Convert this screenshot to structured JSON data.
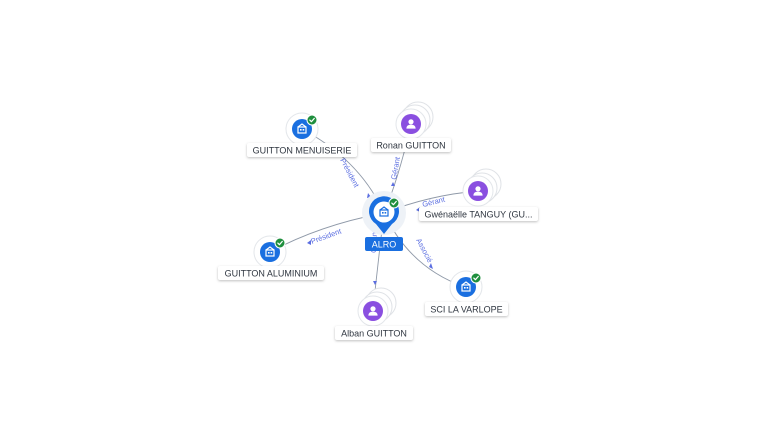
{
  "colors": {
    "company": "#1a6fe0",
    "person": "#8a4fe0",
    "verified": "#1f8f3e",
    "edge": "#8f99a8",
    "edge_label": "#5b6ee1"
  },
  "center": {
    "label": "ALRO",
    "icon": "building-icon",
    "verified": true
  },
  "nodes": {
    "guitton_menuiserie": {
      "label": "GUITTON MENUISERIE",
      "type": "company",
      "icon": "building-icon",
      "verified": true
    },
    "ronan_guitton": {
      "label": "Ronan GUITTON",
      "type": "person",
      "icon": "person-icon"
    },
    "gwenaelle_tanguy": {
      "label": "Gwénaëlle TANGUY (GU...",
      "type": "person",
      "icon": "person-icon"
    },
    "guitton_aluminium": {
      "label": "GUITTON ALUMINIUM",
      "type": "company",
      "icon": "building-icon",
      "verified": true
    },
    "sci_la_varlope": {
      "label": "SCI LA VARLOPE",
      "type": "company",
      "icon": "building-icon",
      "verified": true
    },
    "alban_guitton": {
      "label": "Alban GUITTON",
      "type": "person",
      "icon": "person-icon"
    }
  },
  "edges": {
    "menuiserie": {
      "label": "Président"
    },
    "ronan": {
      "label": "Gérant"
    },
    "gwenaelle": {
      "label": "Gérant"
    },
    "aluminium": {
      "label": "Président"
    },
    "varlope": {
      "label": "Associé"
    },
    "alban": {
      "label": "Gérant"
    }
  }
}
